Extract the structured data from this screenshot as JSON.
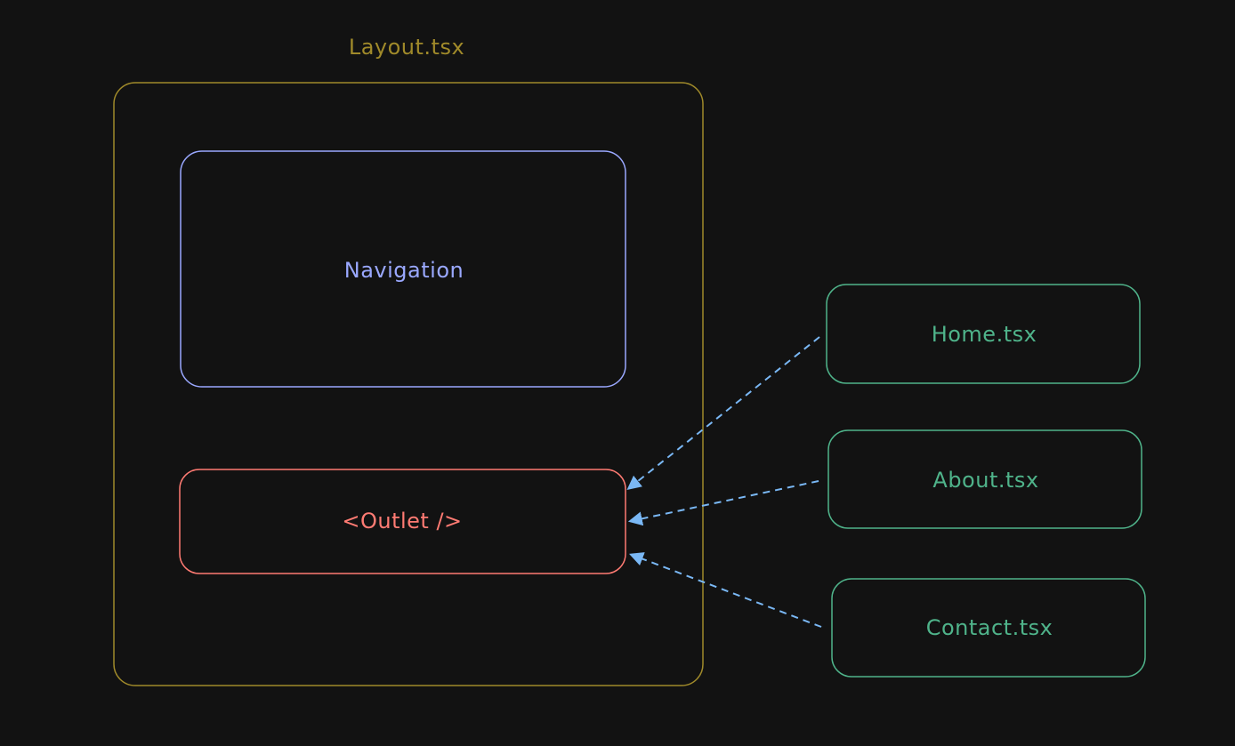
{
  "colors": {
    "background": "#121212",
    "layout": "#a08a2a",
    "navigation": "#9aa8ff",
    "outlet": "#ff7b73",
    "page": "#4fb38a",
    "arrow": "#7ab8f5"
  },
  "layout_box": {
    "title": "Layout.tsx"
  },
  "navigation_box": {
    "label": "Navigation"
  },
  "outlet_box": {
    "label": "<Outlet />"
  },
  "pages": [
    {
      "label": "Home.tsx"
    },
    {
      "label": "About.tsx"
    },
    {
      "label": "Contact.tsx"
    }
  ],
  "connector_style": "dashed-arrow"
}
